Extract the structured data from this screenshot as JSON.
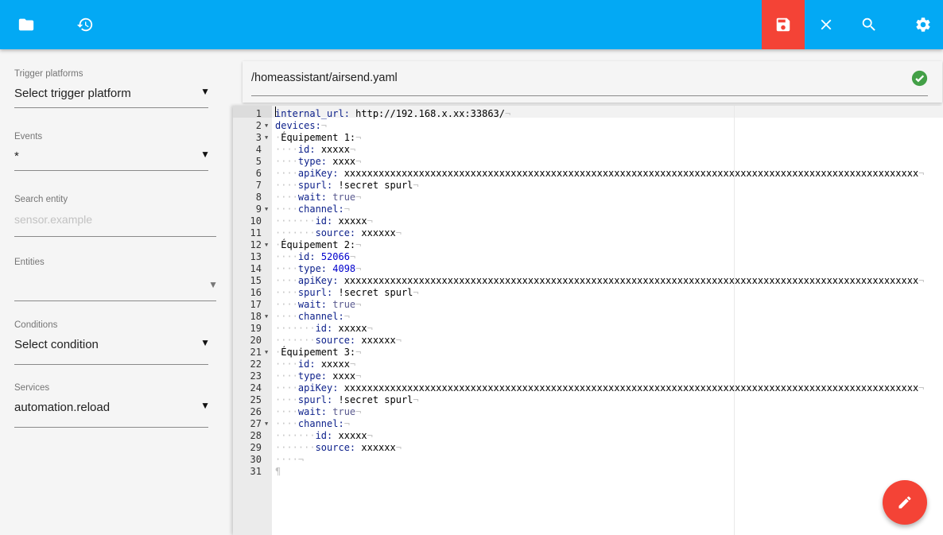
{
  "toolbar": {
    "icons": [
      "folder-icon",
      "history-icon",
      "save-icon",
      "close-icon",
      "search-icon",
      "gear-icon"
    ],
    "accent_color": "#03a9f4",
    "save_color": "#f44336"
  },
  "sidebar": {
    "trigger": {
      "label": "Trigger platforms",
      "value": "Select trigger platform"
    },
    "events": {
      "label": "Events",
      "value": "*"
    },
    "search": {
      "label": "Search entity",
      "placeholder": "sensor.example"
    },
    "entities": {
      "label": "Entities",
      "value": ""
    },
    "conditions": {
      "label": "Conditions",
      "value": "Select condition"
    },
    "services": {
      "label": "Services",
      "value": "automation.reload"
    }
  },
  "file": {
    "path": "/homeassistant/airsend.yaml",
    "status": "valid",
    "status_color": "#43a047"
  },
  "editor": {
    "lines": [
      {
        "n": "1",
        "indent": 0,
        "key": "internal_url:",
        "value": " http://192.168.x.xx:33863/",
        "vtype": "plain",
        "fold": false
      },
      {
        "n": "2",
        "indent": 0,
        "key": "devices:",
        "value": "",
        "vtype": "plain",
        "fold": true
      },
      {
        "n": "3",
        "indent": 1,
        "key": "",
        "value": "Équipement 1:",
        "vtype": "plain",
        "fold": true
      },
      {
        "n": "4",
        "indent": 2,
        "key": "id:",
        "value": " xxxxx",
        "vtype": "plain",
        "fold": false
      },
      {
        "n": "5",
        "indent": 2,
        "key": "type:",
        "value": " xxxx",
        "vtype": "plain",
        "fold": false
      },
      {
        "n": "6",
        "indent": 2,
        "key": "apiKey:",
        "value": " xxxxxxxxxxxxxxxxxxxxxxxxxxxxxxxxxxxxxxxxxxxxxxxxxxxxxxxxxxxxxxxxxxxxxxxxxxxxxxxxxxxxxxxxxxxxxxxxxxxx",
        "vtype": "plain",
        "fold": false
      },
      {
        "n": "7",
        "indent": 2,
        "key": "spurl:",
        "value": " !secret spurl",
        "vtype": "plain",
        "fold": false
      },
      {
        "n": "8",
        "indent": 2,
        "key": "wait:",
        "value": " true",
        "vtype": "bool",
        "fold": false
      },
      {
        "n": "9",
        "indent": 2,
        "key": "channel:",
        "value": "",
        "vtype": "plain",
        "fold": true
      },
      {
        "n": "10",
        "indent": 3,
        "key": "id:",
        "value": " xxxxx",
        "vtype": "plain",
        "fold": false
      },
      {
        "n": "11",
        "indent": 3,
        "key": "source:",
        "value": " xxxxxx",
        "vtype": "plain",
        "fold": false
      },
      {
        "n": "12",
        "indent": 1,
        "key": "",
        "value": "Équipement 2:",
        "vtype": "plain",
        "fold": true
      },
      {
        "n": "13",
        "indent": 2,
        "key": "id:",
        "value": " 52066",
        "vtype": "num",
        "fold": false
      },
      {
        "n": "14",
        "indent": 2,
        "key": "type:",
        "value": " 4098",
        "vtype": "num",
        "fold": false
      },
      {
        "n": "15",
        "indent": 2,
        "key": "apiKey:",
        "value": " xxxxxxxxxxxxxxxxxxxxxxxxxxxxxxxxxxxxxxxxxxxxxxxxxxxxxxxxxxxxxxxxxxxxxxxxxxxxxxxxxxxxxxxxxxxxxxxxxxxx",
        "vtype": "plain",
        "fold": false
      },
      {
        "n": "16",
        "indent": 2,
        "key": "spurl:",
        "value": " !secret spurl",
        "vtype": "plain",
        "fold": false
      },
      {
        "n": "17",
        "indent": 2,
        "key": "wait:",
        "value": " true",
        "vtype": "bool",
        "fold": false
      },
      {
        "n": "18",
        "indent": 2,
        "key": "channel:",
        "value": "",
        "vtype": "plain",
        "fold": true
      },
      {
        "n": "19",
        "indent": 3,
        "key": "id:",
        "value": " xxxxx",
        "vtype": "plain",
        "fold": false
      },
      {
        "n": "20",
        "indent": 3,
        "key": "source:",
        "value": " xxxxxx",
        "vtype": "plain",
        "fold": false
      },
      {
        "n": "21",
        "indent": 1,
        "key": "",
        "value": "Équipement 3:",
        "vtype": "plain",
        "fold": true
      },
      {
        "n": "22",
        "indent": 2,
        "key": "id:",
        "value": " xxxxx",
        "vtype": "plain",
        "fold": false
      },
      {
        "n": "23",
        "indent": 2,
        "key": "type:",
        "value": " xxxx",
        "vtype": "plain",
        "fold": false
      },
      {
        "n": "24",
        "indent": 2,
        "key": "apiKey:",
        "value": " xxxxxxxxxxxxxxxxxxxxxxxxxxxxxxxxxxxxxxxxxxxxxxxxxxxxxxxxxxxxxxxxxxxxxxxxxxxxxxxxxxxxxxxxxxxxxxxxxxxx",
        "vtype": "plain",
        "fold": false
      },
      {
        "n": "25",
        "indent": 2,
        "key": "spurl:",
        "value": " !secret spurl",
        "vtype": "plain",
        "fold": false
      },
      {
        "n": "26",
        "indent": 2,
        "key": "wait:",
        "value": " true",
        "vtype": "bool",
        "fold": false
      },
      {
        "n": "27",
        "indent": 2,
        "key": "channel:",
        "value": "",
        "vtype": "plain",
        "fold": true
      },
      {
        "n": "28",
        "indent": 3,
        "key": "id:",
        "value": " xxxxx",
        "vtype": "plain",
        "fold": false
      },
      {
        "n": "29",
        "indent": 3,
        "key": "source:",
        "value": " xxxxxx",
        "vtype": "plain",
        "fold": false
      },
      {
        "n": "30",
        "indent": 2,
        "key": "",
        "value": "",
        "vtype": "plain",
        "fold": false
      },
      {
        "n": "31",
        "indent": 0,
        "key": "",
        "value": "",
        "vtype": "plain",
        "fold": false,
        "last": true
      }
    ]
  },
  "fab": {
    "icon": "pencil-icon"
  }
}
